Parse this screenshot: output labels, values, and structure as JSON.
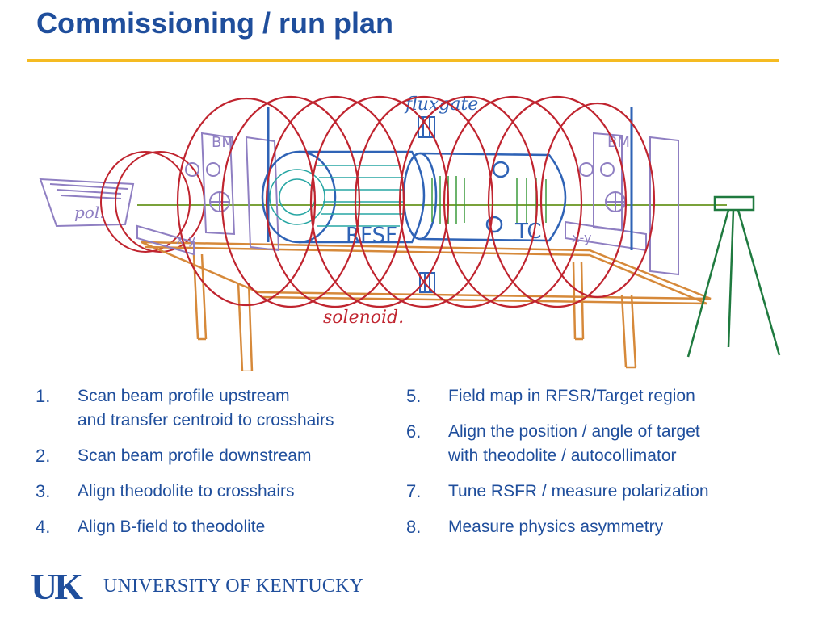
{
  "slide": {
    "title": "Commissioning / run plan"
  },
  "sketch": {
    "labels": {
      "fluxgate": "fluxgate",
      "pol": "pol.",
      "rfsf": "RFSF",
      "tc": "TC",
      "bm_left": "BM",
      "bm_right": "BM",
      "xy_left": "x-y",
      "xy_right": "x-y",
      "solenoid": "solenoid."
    },
    "colors": {
      "solenoid": "#c0242f",
      "frame": "#8f7fc2",
      "table": "#d6893a",
      "inner": "#2f63b6",
      "rfsf_fill": "#27a6a3",
      "tc_fill": "#3a9a3a",
      "tripod": "#1f7a3f",
      "beam": "#7aa23a"
    }
  },
  "steps_left": [
    {
      "num": "1.",
      "line1": "Scan beam profile upstream",
      "line2": "and transfer centroid to crosshairs"
    },
    {
      "num": "2.",
      "line1": "Scan beam profile downstream"
    },
    {
      "num": "3.",
      "line1": "Align theodolite to crosshairs"
    },
    {
      "num": "4.",
      "line1": "Align B-field to theodolite"
    }
  ],
  "steps_right": [
    {
      "num": "5.",
      "line1": "Field map in RFSR/Target region"
    },
    {
      "num": "6.",
      "line1": "Align the position / angle of target",
      "line2": "with theodolite / autocollimator"
    },
    {
      "num": "7.",
      "line1": "Tune RSFR / measure polarization"
    },
    {
      "num": "8.",
      "line1": "Measure physics asymmetry"
    }
  ],
  "footer": {
    "logo_mark": "UK",
    "logo_text": "UNIVERSITY OF KENTUCKY"
  }
}
